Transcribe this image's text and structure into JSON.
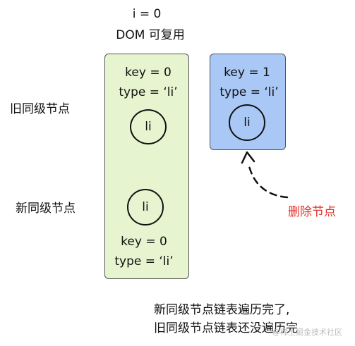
{
  "header": {
    "index_label": "i = 0",
    "dom_label": "DOM 可复用"
  },
  "row_labels": {
    "old_siblings": "旧同级节点",
    "new_siblings": "新同级节点"
  },
  "green_box": {
    "color": "#e6f5d0",
    "old_key": "key = 0",
    "old_type": "type = ‘li’",
    "old_node": "li",
    "new_node": "li",
    "new_key": "key = 0",
    "new_type": "type = ‘li’"
  },
  "blue_box": {
    "color": "#a9c8f5",
    "key": "key = 1",
    "type": "type = ‘li’",
    "node": "li"
  },
  "delete_label": {
    "text": "删除节点",
    "color": "#e0322b"
  },
  "caption": {
    "line1": "新同级节点链表遍历完了,",
    "line2": "旧同级节点链表还没遍历完"
  },
  "watermark": "@稀土掘金技术社区"
}
